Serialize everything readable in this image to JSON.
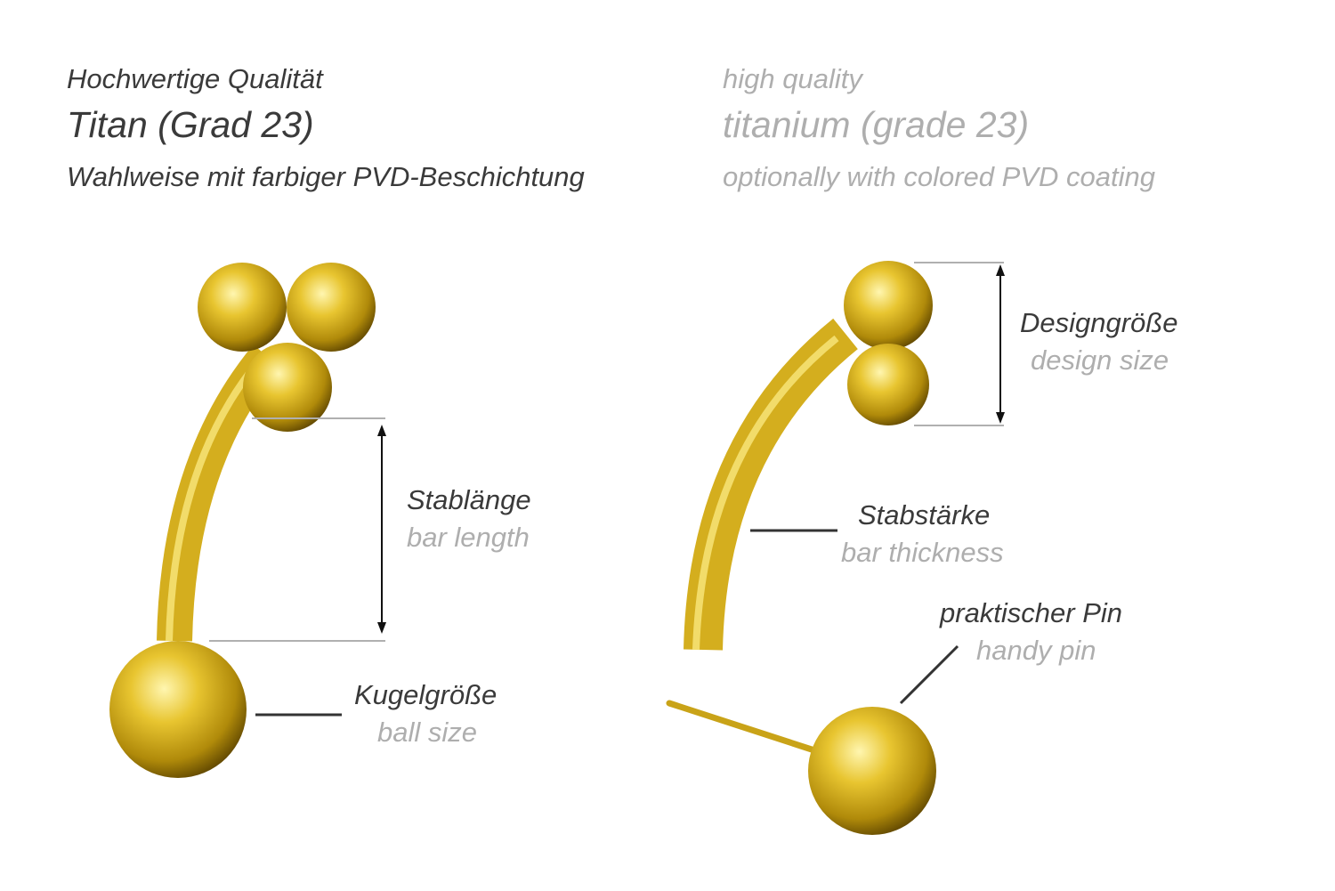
{
  "header": {
    "de": {
      "line1": "Hochwertige Qualität",
      "line2": "Titan (Grad 23)",
      "line3": "Wahlweise mit farbiger PVD-Beschichtung"
    },
    "en": {
      "line1": "high quality",
      "line2": "titanium (grade 23)",
      "line3": "optionally with colored PVD coating"
    }
  },
  "labels": {
    "bar_length": {
      "de": "Stablänge",
      "en": "bar length"
    },
    "ball_size": {
      "de": "Kugelgröße",
      "en": "ball size"
    },
    "design_size": {
      "de": "Designgröße",
      "en": "design size"
    },
    "bar_thickness": {
      "de": "Stabstärke",
      "en": "bar thickness"
    },
    "handy_pin": {
      "de": "praktischer Pin",
      "en": "handy pin"
    }
  },
  "colors": {
    "gold": "#d9b320",
    "text_dark": "#3a3a3a",
    "text_gray": "#aeaeae",
    "guide_line": "#b0b0b0"
  }
}
